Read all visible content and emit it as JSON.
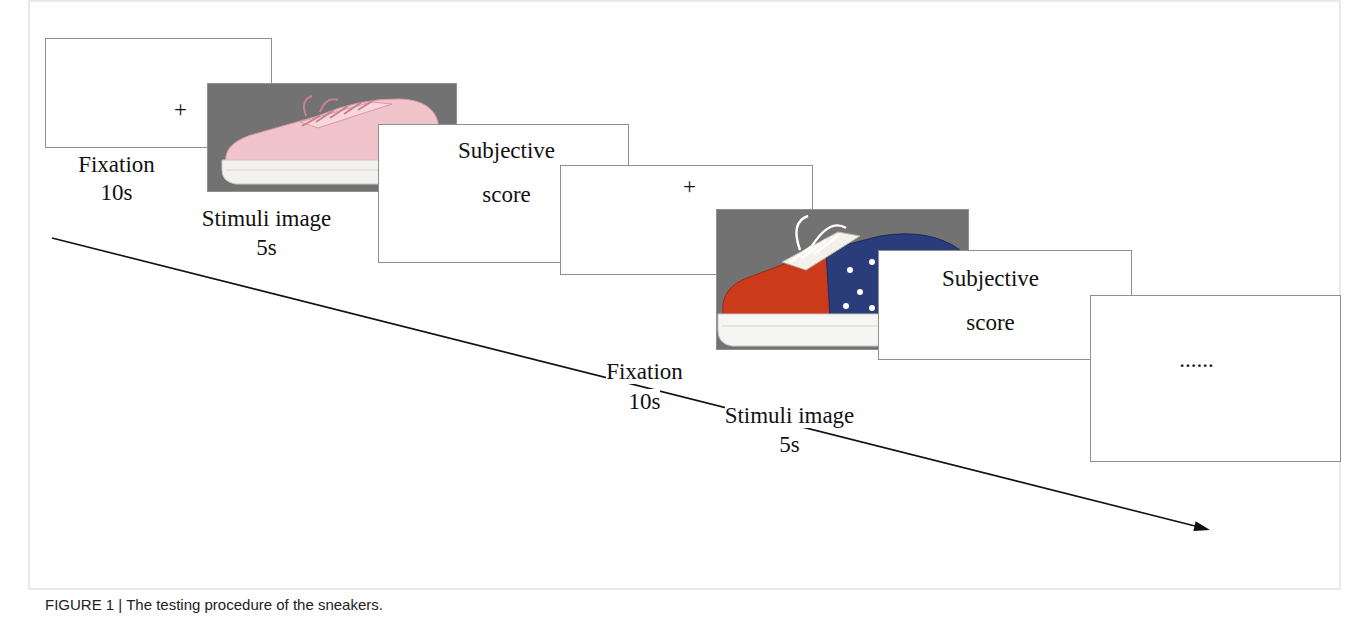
{
  "diagram": {
    "caption": "FIGURE 1 | The testing procedure of the sneakers.",
    "nodes": [
      {
        "text": [
          "+",
          "Fixation 10s"
        ]
      },
      {
        "text": [
          "Stimuli image 5s"
        ]
      },
      {
        "text": [
          "Subjective score"
        ]
      },
      {
        "text": [
          "+",
          "Fixation 10s"
        ]
      },
      {
        "text": [
          "Stimuli image 5s"
        ]
      },
      {
        "text": [
          "Subjective score"
        ]
      },
      {
        "text": [
          "......"
        ]
      }
    ]
  }
}
